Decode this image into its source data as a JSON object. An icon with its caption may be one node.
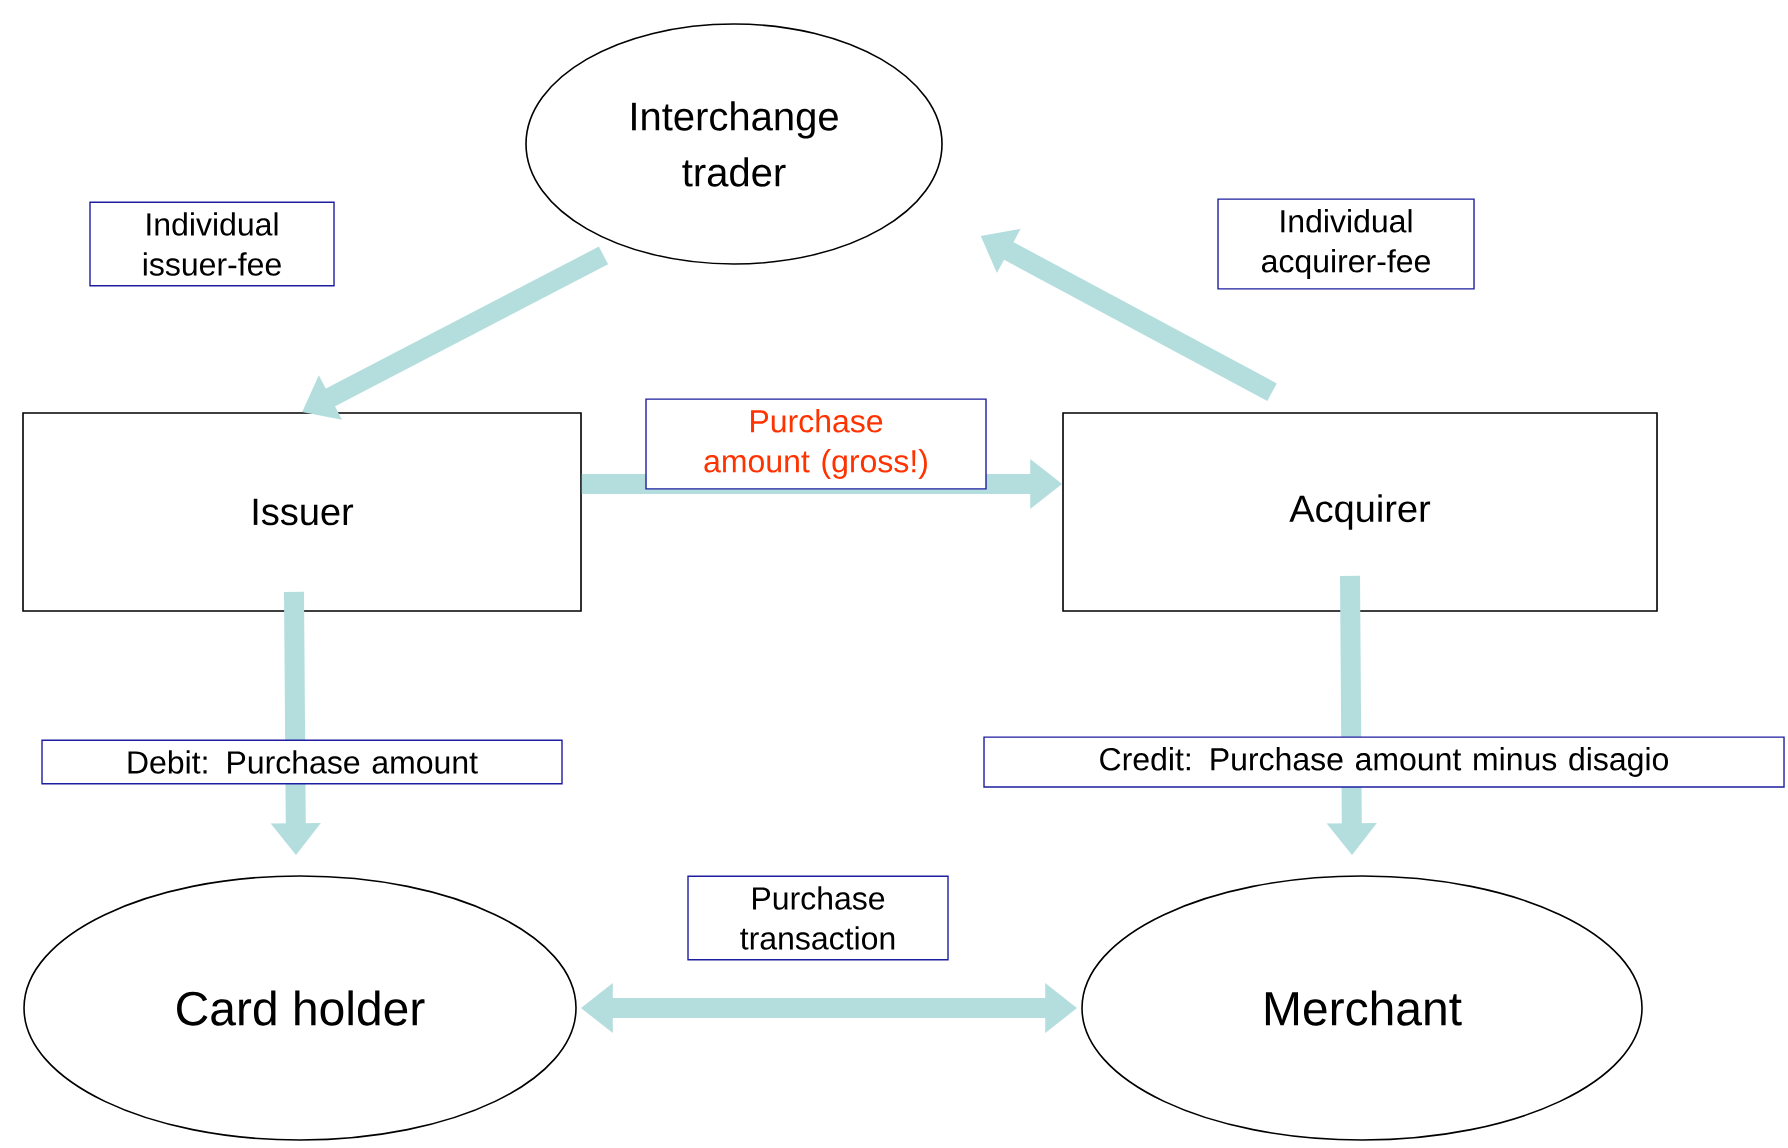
{
  "diagram": {
    "nodes": [
      {
        "text": [
          "Interchange trader"
        ]
      },
      {
        "text": [
          "Issuer"
        ]
      },
      {
        "text": [
          "Acquirer"
        ]
      },
      {
        "text": [
          "Card holder"
        ]
      },
      {
        "text": [
          "Merchant"
        ]
      }
    ],
    "edges": [
      {
        "from": 0,
        "to": 1,
        "arrow": "to",
        "label": "Individual issuer-fee"
      },
      {
        "from": 2,
        "to": 0,
        "arrow": "to",
        "label": "Individual acquirer-fee"
      },
      {
        "from": 1,
        "to": 2,
        "arrow": "to",
        "label": "Purchase amount (gross!)"
      },
      {
        "from": 1,
        "to": 3,
        "arrow": "to",
        "label": "Debit: Purchase amount"
      },
      {
        "from": 2,
        "to": 4,
        "arrow": "to",
        "label": "Credit: Purchase amount minus disagio"
      },
      {
        "from": 3,
        "to": 4,
        "arrow": "both",
        "label": "Purchase transaction"
      }
    ]
  }
}
